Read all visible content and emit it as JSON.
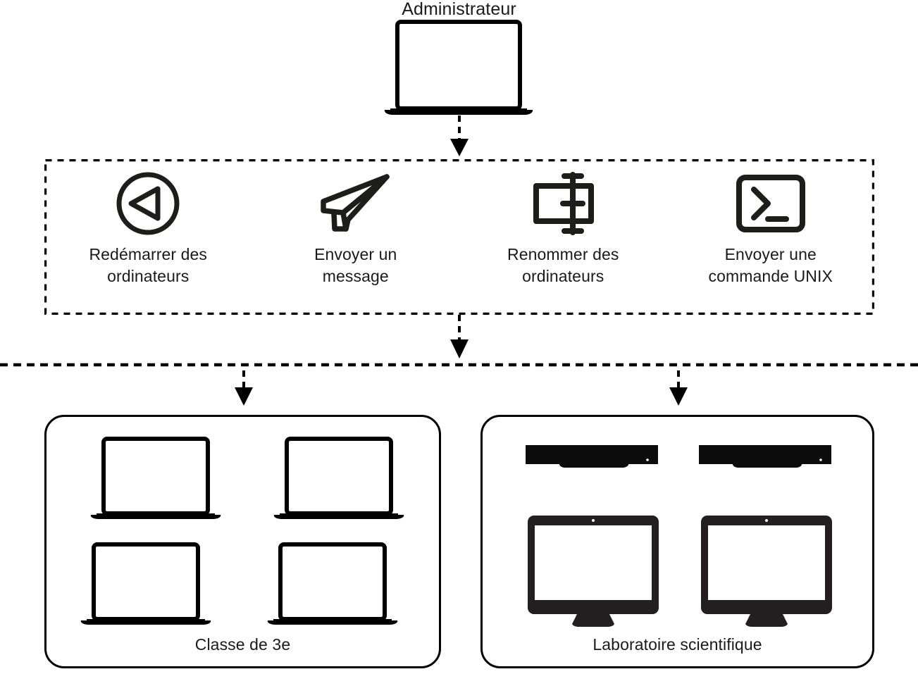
{
  "diagram": {
    "title_node": {
      "label": "Administrateur",
      "icon": "laptop-icon"
    },
    "actions": [
      {
        "icon": "restart-circle-icon",
        "label": "Redémarrer des\nordinateurs"
      },
      {
        "icon": "paper-plane-icon",
        "label": "Envoyer un\nmessage"
      },
      {
        "icon": "rename-textfield-icon",
        "label": "Renommer des\nordinateurs"
      },
      {
        "icon": "terminal-icon",
        "label": "Envoyer une\ncommande UNIX"
      }
    ],
    "groups": [
      {
        "label": "Classe de 3e",
        "devices": [
          "laptop-icon",
          "laptop-icon",
          "laptop-icon",
          "laptop-icon"
        ]
      },
      {
        "label": "Laboratoire scientifique",
        "devices": [
          "mac-mini-icon",
          "mac-mini-icon",
          "desktop-display-icon",
          "desktop-display-icon"
        ]
      }
    ],
    "connectors": [
      {
        "name": "admin-to-actions",
        "style": "dashed-arrow-down"
      },
      {
        "name": "actions-to-groups",
        "style": "dashed-arrow-down"
      },
      {
        "name": "divider-to-group-left",
        "style": "dashed-arrow-down"
      },
      {
        "name": "divider-to-group-right",
        "style": "dashed-arrow-down"
      }
    ],
    "colors": {
      "stroke": "#000000",
      "icon": "#1d1d1b",
      "text": "#1a1a1a",
      "background": "#ffffff"
    }
  }
}
